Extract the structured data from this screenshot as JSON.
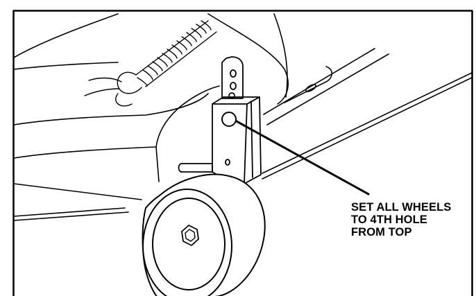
{
  "callout": {
    "lines": [
      "SET ALL WHEELS",
      "TO 4TH HOLE",
      "FROM TOP"
    ]
  },
  "colors": {
    "line": "#000000",
    "background": "#ffffff"
  }
}
